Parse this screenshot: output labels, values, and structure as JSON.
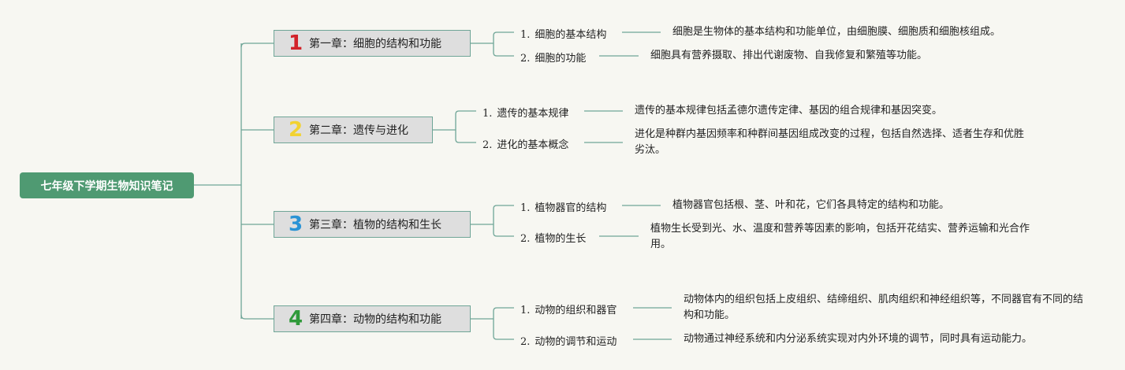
{
  "root": {
    "title": "七年级下学期生物知识笔记"
  },
  "chapters": [
    {
      "num": "1",
      "num_color": "#d2232a",
      "title": "第一章：细胞的结构和功能",
      "items": [
        {
          "index": "1.",
          "title": "细胞的基本结构",
          "desc": "细胞是生物体的基本结构和功能单位，由细胞膜、细胞质和细胞核组成。"
        },
        {
          "index": "2.",
          "title": "细胞的功能",
          "desc": "细胞具有营养摄取、排出代谢废物、自我修复和繁殖等功能。"
        }
      ]
    },
    {
      "num": "2",
      "num_color": "#f2d230",
      "title": "第二章：遗传与进化",
      "items": [
        {
          "index": "1.",
          "title": "遗传的基本规律",
          "desc": "遗传的基本规律包括孟德尔遗传定律、基因的组合规律和基因突变。"
        },
        {
          "index": "2.",
          "title": "进化的基本概念",
          "desc": "进化是种群内基因频率和种群间基因组成改变的过程，包括自然选择、适者生存和优胜劣汰。"
        }
      ]
    },
    {
      "num": "3",
      "num_color": "#2a93d5",
      "title": "第三章：植物的结构和生长",
      "items": [
        {
          "index": "1.",
          "title": "植物器官的结构",
          "desc": "植物器官包括根、茎、叶和花，它们各具特定的结构和功能。"
        },
        {
          "index": "2.",
          "title": "植物的生长",
          "desc": "植物生长受到光、水、温度和营养等因素的影响，包括开花结实、营养运输和光合作用。"
        }
      ]
    },
    {
      "num": "4",
      "num_color": "#2f9a3a",
      "title": "第四章：动物的结构和功能",
      "items": [
        {
          "index": "1.",
          "title": "动物的组织和器官",
          "desc": "动物体内的组织包括上皮组织、结缔组织、肌肉组织和神经组织等，不同器官有不同的结构和功能。"
        },
        {
          "index": "2.",
          "title": "动物的调节和运动",
          "desc": "动物通过神经系统和内分泌系统实现对内外环境的调节，同时具有运动能力。"
        }
      ]
    }
  ]
}
